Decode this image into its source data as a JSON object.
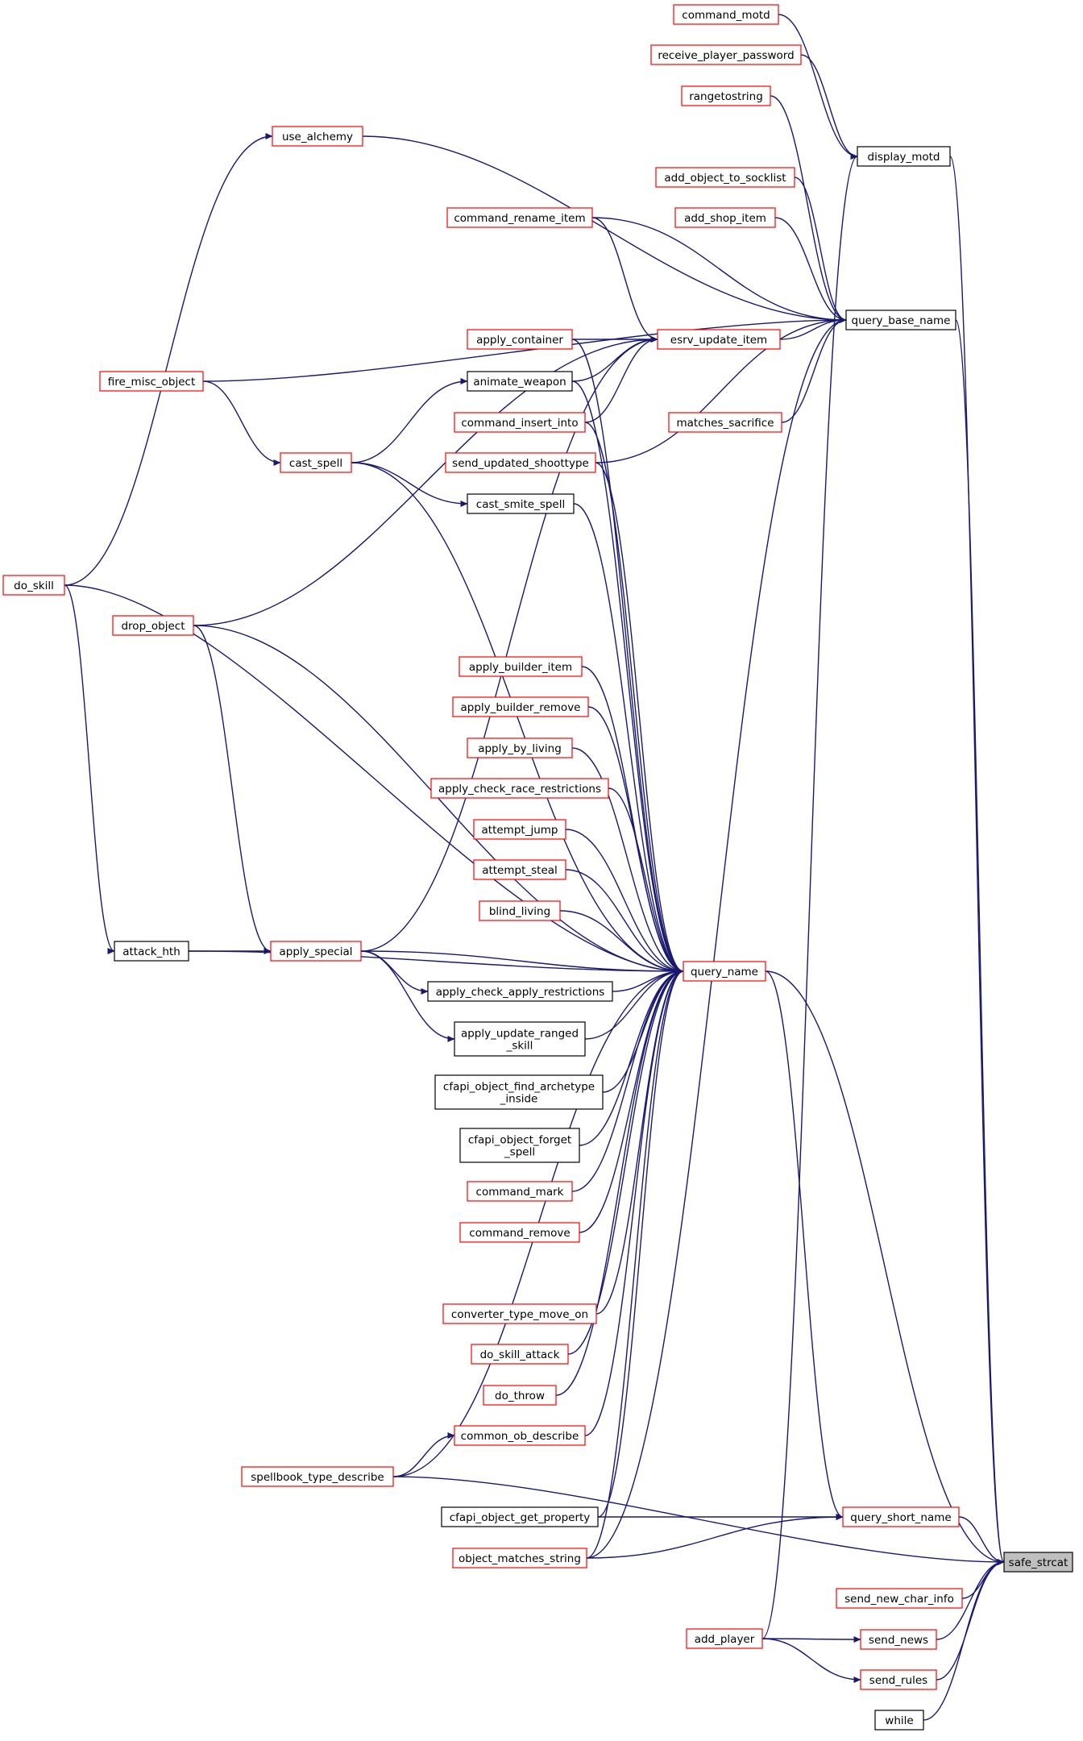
{
  "diagram": {
    "colors": {
      "background": "#ffffff",
      "edge": "#191970",
      "border_default": "#000000",
      "border_truncated": "#ff0000",
      "fill_default": "#ffffff",
      "fill_focus": "#bfbfbf"
    },
    "nodes": [
      {
        "id": "safe_strcat",
        "label": "safe_strcat",
        "style": "focus"
      },
      {
        "id": "display_motd",
        "label": "display_motd",
        "style": "default"
      },
      {
        "id": "command_motd",
        "label": "command_motd",
        "style": "truncated"
      },
      {
        "id": "receive_player_password",
        "label": "receive_player_password",
        "style": "truncated"
      },
      {
        "id": "query_base_name",
        "label": "query_base_name",
        "style": "default"
      },
      {
        "id": "rangetostring",
        "label": "rangetostring",
        "style": "truncated"
      },
      {
        "id": "use_alchemy",
        "label": "use_alchemy",
        "style": "truncated"
      },
      {
        "id": "add_object_to_socklist",
        "label": "add_object_to_socklist",
        "style": "truncated"
      },
      {
        "id": "add_shop_item",
        "label": "add_shop_item",
        "style": "truncated"
      },
      {
        "id": "command_rename_item",
        "label": "command_rename_item",
        "style": "truncated"
      },
      {
        "id": "esrv_update_item",
        "label": "esrv_update_item",
        "style": "truncated"
      },
      {
        "id": "apply_container",
        "label": "apply_container",
        "style": "truncated"
      },
      {
        "id": "fire_misc_object",
        "label": "fire_misc_object",
        "style": "truncated"
      },
      {
        "id": "animate_weapon",
        "label": "animate_weapon",
        "style": "default"
      },
      {
        "id": "command_insert_into",
        "label": "command_insert_into",
        "style": "truncated"
      },
      {
        "id": "matches_sacrifice",
        "label": "matches_sacrifice",
        "style": "truncated"
      },
      {
        "id": "send_updated_shoottype",
        "label": "send_updated_shoottype",
        "style": "truncated"
      },
      {
        "id": "cast_spell",
        "label": "cast_spell",
        "style": "truncated"
      },
      {
        "id": "cast_smite_spell",
        "label": "cast_smite_spell",
        "style": "default"
      },
      {
        "id": "do_skill",
        "label": "do_skill",
        "style": "truncated"
      },
      {
        "id": "drop_object",
        "label": "drop_object",
        "style": "truncated"
      },
      {
        "id": "apply_builder_item",
        "label": "apply_builder_item",
        "style": "truncated"
      },
      {
        "id": "apply_builder_remove",
        "label": "apply_builder_remove",
        "style": "truncated"
      },
      {
        "id": "apply_by_living",
        "label": "apply_by_living",
        "style": "truncated"
      },
      {
        "id": "apply_check_race_restrictions",
        "label": "apply_check_race_restrictions",
        "style": "truncated"
      },
      {
        "id": "attempt_jump",
        "label": "attempt_jump",
        "style": "truncated"
      },
      {
        "id": "attempt_steal",
        "label": "attempt_steal",
        "style": "truncated"
      },
      {
        "id": "blind_living",
        "label": "blind_living",
        "style": "truncated"
      },
      {
        "id": "attack_hth",
        "label": "attack_hth",
        "style": "default"
      },
      {
        "id": "apply_special",
        "label": "apply_special",
        "style": "truncated"
      },
      {
        "id": "query_name",
        "label": "query_name",
        "style": "truncated"
      },
      {
        "id": "apply_check_apply_restrictions",
        "label": "apply_check_apply_restrictions",
        "style": "default"
      },
      {
        "id": "apply_update_ranged_skill",
        "label": "apply_update_ranged\n_skill",
        "style": "default"
      },
      {
        "id": "cfapi_object_find_archetype_inside",
        "label": "cfapi_object_find_archetype\n_inside",
        "style": "default"
      },
      {
        "id": "cfapi_object_forget_spell",
        "label": "cfapi_object_forget\n_spell",
        "style": "default"
      },
      {
        "id": "command_mark",
        "label": "command_mark",
        "style": "truncated"
      },
      {
        "id": "command_remove",
        "label": "command_remove",
        "style": "truncated"
      },
      {
        "id": "converter_type_move_on",
        "label": "converter_type_move_on",
        "style": "truncated"
      },
      {
        "id": "do_skill_attack",
        "label": "do_skill_attack",
        "style": "truncated"
      },
      {
        "id": "do_throw",
        "label": "do_throw",
        "style": "truncated"
      },
      {
        "id": "common_ob_describe",
        "label": "common_ob_describe",
        "style": "truncated"
      },
      {
        "id": "spellbook_type_describe",
        "label": "spellbook_type_describe",
        "style": "truncated"
      },
      {
        "id": "cfapi_object_get_property",
        "label": "cfapi_object_get_property",
        "style": "default"
      },
      {
        "id": "query_short_name",
        "label": "query_short_name",
        "style": "truncated"
      },
      {
        "id": "object_matches_string",
        "label": "object_matches_string",
        "style": "truncated"
      },
      {
        "id": "send_new_char_info",
        "label": "send_new_char_info",
        "style": "truncated"
      },
      {
        "id": "add_player",
        "label": "add_player",
        "style": "truncated"
      },
      {
        "id": "send_news",
        "label": "send_news",
        "style": "truncated"
      },
      {
        "id": "send_rules",
        "label": "send_rules",
        "style": "truncated"
      },
      {
        "id": "while",
        "label": "while",
        "style": "default"
      }
    ],
    "edges": [
      [
        "command_motd",
        "display_motd"
      ],
      [
        "receive_player_password",
        "display_motd"
      ],
      [
        "add_player",
        "display_motd"
      ],
      [
        "display_motd",
        "safe_strcat"
      ],
      [
        "rangetostring",
        "query_base_name"
      ],
      [
        "use_alchemy",
        "query_base_name"
      ],
      [
        "add_object_to_socklist",
        "query_base_name"
      ],
      [
        "add_shop_item",
        "query_base_name"
      ],
      [
        "command_rename_item",
        "query_base_name"
      ],
      [
        "fire_misc_object",
        "query_base_name"
      ],
      [
        "send_updated_shoottype",
        "query_base_name"
      ],
      [
        "matches_sacrifice",
        "query_base_name"
      ],
      [
        "esrv_update_item",
        "query_base_name"
      ],
      [
        "object_matches_string",
        "query_base_name"
      ],
      [
        "query_base_name",
        "safe_strcat"
      ],
      [
        "do_skill",
        "use_alchemy"
      ],
      [
        "command_rename_item",
        "esrv_update_item"
      ],
      [
        "apply_container",
        "esrv_update_item"
      ],
      [
        "animate_weapon",
        "esrv_update_item"
      ],
      [
        "command_insert_into",
        "esrv_update_item"
      ],
      [
        "drop_object",
        "esrv_update_item"
      ],
      [
        "apply_special",
        "esrv_update_item"
      ],
      [
        "cast_spell",
        "animate_weapon"
      ],
      [
        "fire_misc_object",
        "cast_spell"
      ],
      [
        "cast_spell",
        "cast_smite_spell"
      ],
      [
        "do_skill",
        "attack_hth"
      ],
      [
        "attack_hth",
        "apply_special"
      ],
      [
        "drop_object",
        "apply_special"
      ],
      [
        "apply_special",
        "apply_check_apply_restrictions"
      ],
      [
        "apply_special",
        "apply_update_ranged_skill"
      ],
      [
        "apply_container",
        "query_name"
      ],
      [
        "animate_weapon",
        "query_name"
      ],
      [
        "command_insert_into",
        "query_name"
      ],
      [
        "send_updated_shoottype",
        "query_name"
      ],
      [
        "cast_smite_spell",
        "query_name"
      ],
      [
        "cast_spell",
        "query_name"
      ],
      [
        "do_skill",
        "query_name"
      ],
      [
        "drop_object",
        "query_name"
      ],
      [
        "apply_builder_item",
        "query_name"
      ],
      [
        "apply_builder_remove",
        "query_name"
      ],
      [
        "apply_by_living",
        "query_name"
      ],
      [
        "apply_check_race_restrictions",
        "query_name"
      ],
      [
        "attempt_jump",
        "query_name"
      ],
      [
        "attempt_steal",
        "query_name"
      ],
      [
        "blind_living",
        "query_name"
      ],
      [
        "apply_special",
        "query_name"
      ],
      [
        "apply_check_apply_restrictions",
        "query_name"
      ],
      [
        "apply_update_ranged_skill",
        "query_name"
      ],
      [
        "cfapi_object_find_archetype_inside",
        "query_name"
      ],
      [
        "cfapi_object_forget_spell",
        "query_name"
      ],
      [
        "command_mark",
        "query_name"
      ],
      [
        "command_remove",
        "query_name"
      ],
      [
        "attack_hth",
        "query_name"
      ],
      [
        "converter_type_move_on",
        "query_name"
      ],
      [
        "do_skill_attack",
        "query_name"
      ],
      [
        "do_throw",
        "query_name"
      ],
      [
        "common_ob_describe",
        "query_name"
      ],
      [
        "spellbook_type_describe",
        "query_name"
      ],
      [
        "cfapi_object_get_property",
        "query_name"
      ],
      [
        "object_matches_string",
        "query_name"
      ],
      [
        "query_name",
        "safe_strcat"
      ],
      [
        "query_name",
        "query_short_name"
      ],
      [
        "spellbook_type_describe",
        "common_ob_describe"
      ],
      [
        "cfapi_object_get_property",
        "query_short_name"
      ],
      [
        "object_matches_string",
        "query_short_name"
      ],
      [
        "query_short_name",
        "safe_strcat"
      ],
      [
        "spellbook_type_describe",
        "safe_strcat"
      ],
      [
        "send_new_char_info",
        "safe_strcat"
      ],
      [
        "add_player",
        "send_news"
      ],
      [
        "add_player",
        "send_rules"
      ],
      [
        "send_news",
        "safe_strcat"
      ],
      [
        "send_rules",
        "safe_strcat"
      ],
      [
        "while",
        "safe_strcat"
      ]
    ]
  }
}
